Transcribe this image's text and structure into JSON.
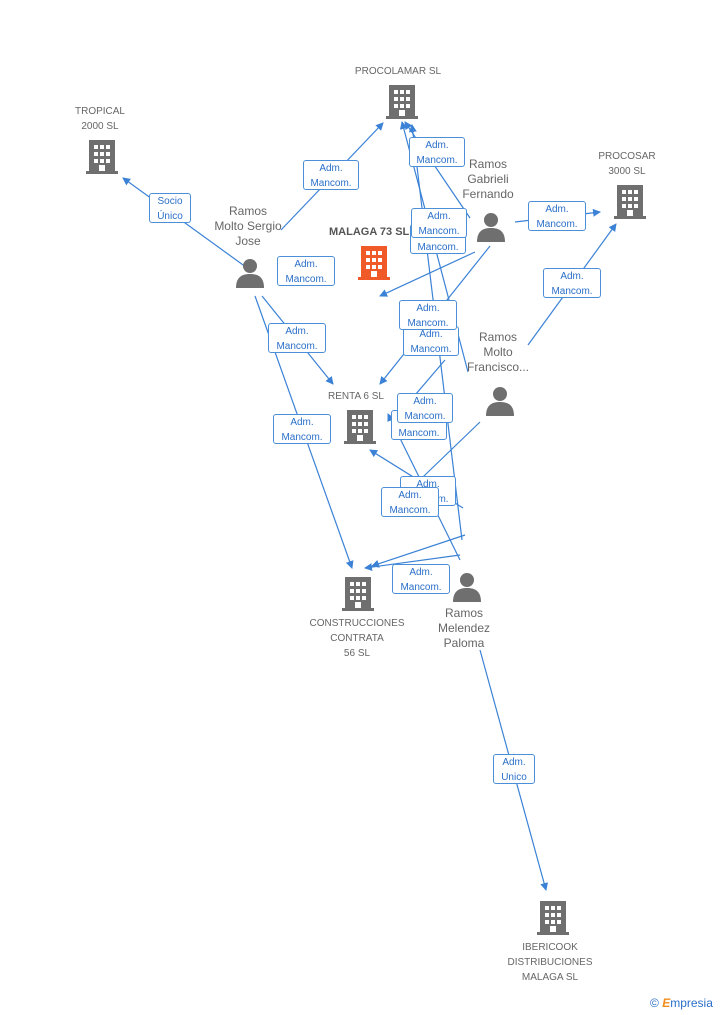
{
  "nodes": {
    "procolamar": {
      "label": "PROCOLAMAR SL"
    },
    "tropical": {
      "label": "TROPICAL\n2000 SL"
    },
    "procosar": {
      "label": "PROCOSAR\n3000 SL"
    },
    "malaga73": {
      "label": "MALAGA 73 SL"
    },
    "renta6": {
      "label": "RENTA 6 SL"
    },
    "construcciones": {
      "label": "CONSTRUCCIONES\nCONTRATA\n56 SL"
    },
    "ibericook": {
      "label": "IBERICOOK\nDISTRIBUCIONES\nMALAGA SL"
    },
    "ramos_gabrieli": {
      "label": "Ramos\nGabrieli\nFernando"
    },
    "ramos_sergio": {
      "label": "Ramos\nMolto Sergio\nJose"
    },
    "ramos_francisco": {
      "label": "Ramos\nMolto\nFrancisco..."
    },
    "ramos_paloma": {
      "label": "Ramos\nMelendez\nPaloma"
    }
  },
  "edge_labels": {
    "adm_mancom": "Adm.\nMancom.",
    "socio_unico": "Socio\nÚnico",
    "adm_unico": "Adm.\nUnico"
  },
  "colors": {
    "main_company": "#f05a28",
    "company": "#6f6f6f",
    "edge": "#3b82d6"
  },
  "footer": {
    "copyright": "©",
    "brand_first": "E",
    "brand_rest": "mpresia"
  }
}
